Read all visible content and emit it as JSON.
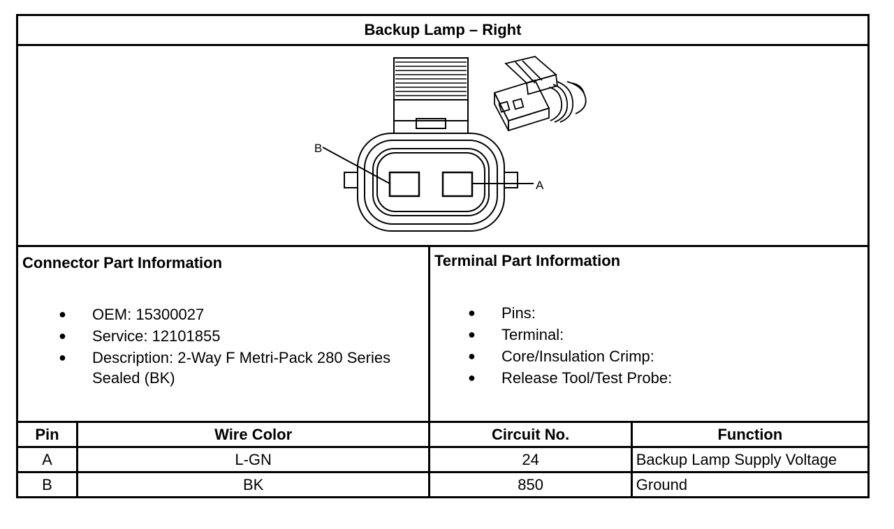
{
  "title": "Backup Lamp – Right",
  "diagram": {
    "cavity_labels": [
      "B",
      "A"
    ]
  },
  "connector_info": {
    "heading": "Connector Part Information",
    "items": [
      "OEM: 15300027",
      "Service: 12101855",
      "Description: 2-Way F Metri-Pack 280 Series Sealed (BK)"
    ]
  },
  "terminal_info": {
    "heading": "Terminal Part Information",
    "items": [
      "Pins:",
      "Terminal:",
      "Core/Insulation Crimp:",
      "Release Tool/Test Probe:"
    ]
  },
  "pin_table": {
    "headers": [
      "Pin",
      "Wire Color",
      "Circuit No.",
      "Function"
    ],
    "rows": [
      [
        "A",
        "L-GN",
        "24",
        "Backup Lamp Supply Voltage"
      ],
      [
        "B",
        "BK",
        "850",
        "Ground"
      ]
    ]
  }
}
